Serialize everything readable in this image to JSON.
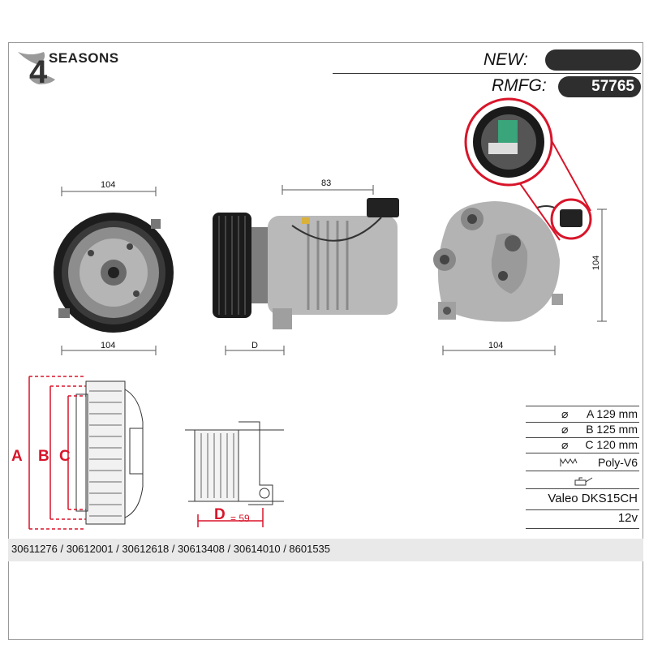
{
  "brand": {
    "name": "SEASONS",
    "mark": "4"
  },
  "header": {
    "new_label": "NEW:",
    "new_value": "",
    "rmfg_label": "RMFG:",
    "rmfg_value": "57765"
  },
  "dimensions": {
    "front_top": "104",
    "front_bottom": "104",
    "side_top": "83",
    "side_bottom": "D",
    "rear_bottom": "104",
    "rear_right": "104"
  },
  "pulley_diagram": {
    "letters": [
      "A",
      "B",
      "C"
    ],
    "d_label": "D",
    "d_value": "= 59"
  },
  "specs": [
    {
      "symbol": "⌀",
      "text": "A 129 mm"
    },
    {
      "symbol": "⌀",
      "text": "B 125 mm"
    },
    {
      "symbol": "⌀",
      "text": "C 120 mm"
    },
    {
      "symbol": "belt",
      "text": "Poly-V6"
    },
    {
      "symbol": "oil",
      "text": ""
    },
    {
      "symbol": "",
      "text": "Valeo DKS15CH"
    },
    {
      "symbol": "",
      "text": "12v"
    }
  ],
  "references": "30611276 / 30612001 / 30612618 / 30613408 / 30614010 / 8601535",
  "colors": {
    "accent_red": "#d8152a",
    "pill": "#2e2e2e"
  }
}
